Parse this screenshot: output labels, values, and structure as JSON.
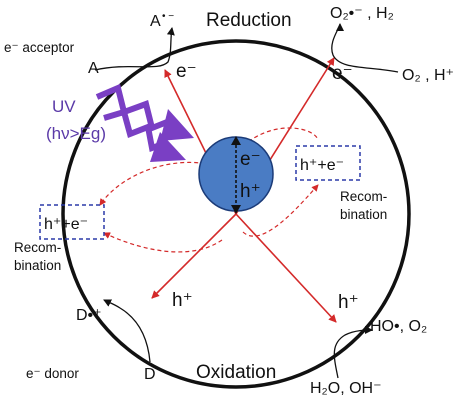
{
  "labels": {
    "reduction": "Reduction",
    "oxidation": "Oxidation",
    "a_radical": "A",
    "a_radical_sup": "• −",
    "e_acceptor": "e⁻ acceptor",
    "a": "A",
    "o2_radical": "O₂•⁻ , H₂",
    "o2_h": "O₂ , H⁺",
    "e_top_left": "e⁻",
    "e_top_right": "e⁻",
    "uv": "UV",
    "uv_energy": "(hν>Eg)",
    "core_e": "e⁻",
    "core_h": "h⁺",
    "pair_right": "h⁺+e⁻",
    "pair_left": "h⁺+e⁻",
    "recomb_right_1": "Recom-",
    "recomb_right_2": "bination",
    "recomb_left_1": "Recom-",
    "recomb_left_2": "bination",
    "h_bottom_left": "h⁺",
    "h_bottom_right": "h⁺",
    "d_radical": "D•⁺",
    "e_donor": "e⁻ donor",
    "d": "D",
    "ho_o2": "HO•, O₂",
    "h2o_oh": "H₂O, OH⁻"
  },
  "colors": {
    "circle": "#111111",
    "arrows": "#d42a2a",
    "core_fill": "#4a7cc4",
    "core_stroke": "#1b3b78",
    "uv": "#7a3fc4",
    "box": "#2b3aa8"
  }
}
